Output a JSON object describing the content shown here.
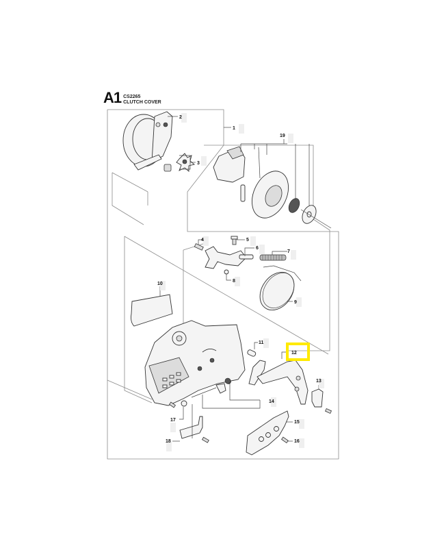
{
  "diagram": {
    "section_code": "A1",
    "model": "CS2265",
    "title": "CLUTCH COVER",
    "highlight": {
      "part_number": "12",
      "color": "#ffea00"
    },
    "callouts": [
      {
        "id": "1",
        "label": "1"
      },
      {
        "id": "2",
        "label": "2"
      },
      {
        "id": "3",
        "label": "3"
      },
      {
        "id": "4",
        "label": "4"
      },
      {
        "id": "5",
        "label": "5"
      },
      {
        "id": "6",
        "label": "6"
      },
      {
        "id": "7",
        "label": "7"
      },
      {
        "id": "8",
        "label": "8"
      },
      {
        "id": "9",
        "label": "9"
      },
      {
        "id": "10",
        "label": "10"
      },
      {
        "id": "11",
        "label": "11"
      },
      {
        "id": "12",
        "label": "12"
      },
      {
        "id": "13",
        "label": "13"
      },
      {
        "id": "14",
        "label": "14"
      },
      {
        "id": "15",
        "label": "15"
      },
      {
        "id": "16",
        "label": "16"
      },
      {
        "id": "17",
        "label": "17"
      },
      {
        "id": "18",
        "label": "18"
      },
      {
        "id": "19",
        "label": "19"
      }
    ]
  }
}
